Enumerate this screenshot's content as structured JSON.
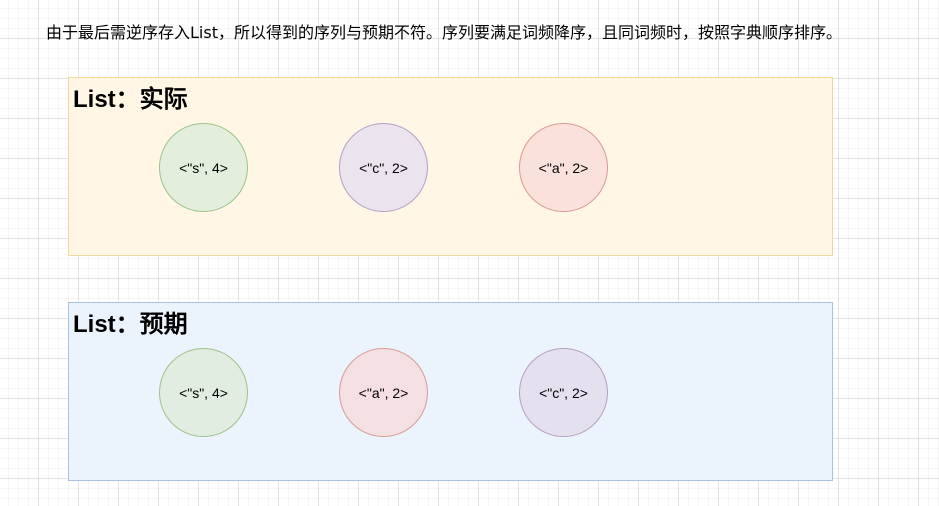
{
  "caption": "由于最后需逆序存入List，所以得到的序列与预期不符。序列要满足词频降序，且同词频时，按照字典顺序排序。",
  "panels": [
    {
      "title": "List：实际",
      "fill": "#fff6e6",
      "border": "#f0d8a0",
      "nodes": [
        {
          "label": "<\"s\", 4>",
          "fill": "#e3efdc",
          "border": "#9cc389"
        },
        {
          "label": "<\"c\", 2>",
          "fill": "#ebe3ed",
          "border": "#b3a0c5"
        },
        {
          "label": "<\"a\", 2>",
          "fill": "#fae1dc",
          "border": "#d89a93"
        }
      ]
    },
    {
      "title": "List：预期",
      "fill": "#ebf3fc",
      "border": "#a9c3df",
      "nodes": [
        {
          "label": "<\"s\", 4>",
          "fill": "#e0ede0",
          "border": "#9cc389"
        },
        {
          "label": "<\"a\", 2>",
          "fill": "#f4dfe2",
          "border": "#d89a93"
        },
        {
          "label": "<\"c\", 2>",
          "fill": "#e5e0ef",
          "border": "#b3a0c5"
        }
      ]
    }
  ]
}
